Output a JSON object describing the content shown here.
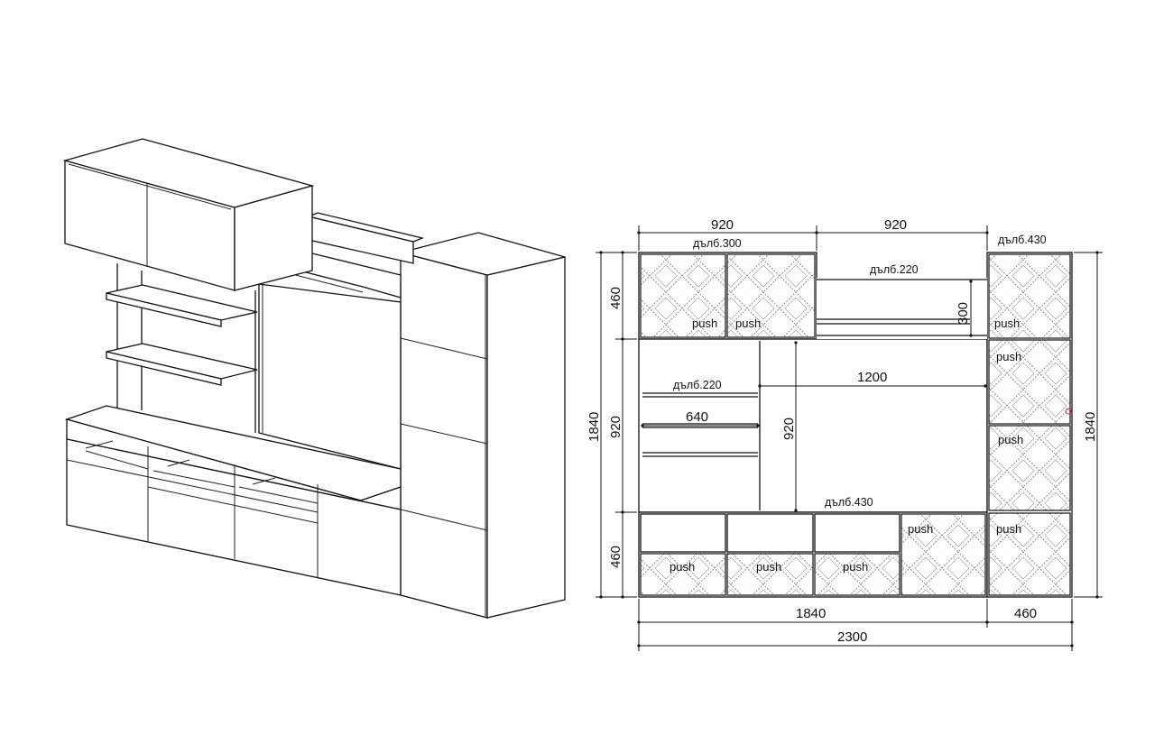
{
  "dimensions": {
    "top_left_width": "920",
    "top_right_width": "920",
    "left_top_height": "460",
    "left_overall_height": "1840",
    "left_middle_height": "920",
    "left_bottom_height": "460",
    "right_overall_height": "1840",
    "shelf_gap_height": "300",
    "tv_width": "1200",
    "tv_height": "920",
    "shelf_width": "640",
    "bottom_main_width": "1840",
    "bottom_side_width": "460",
    "total_width": "2300"
  },
  "labels": {
    "depth_300": "дълб.300",
    "depth_430_top": "дълб.430",
    "depth_220_top": "дълб.220",
    "depth_220_left": "дълб.220",
    "depth_430_bottom": "дълб.430",
    "push": "push"
  },
  "colors": {
    "line": "#111111",
    "pattern": "#888888",
    "background": "#ffffff"
  }
}
